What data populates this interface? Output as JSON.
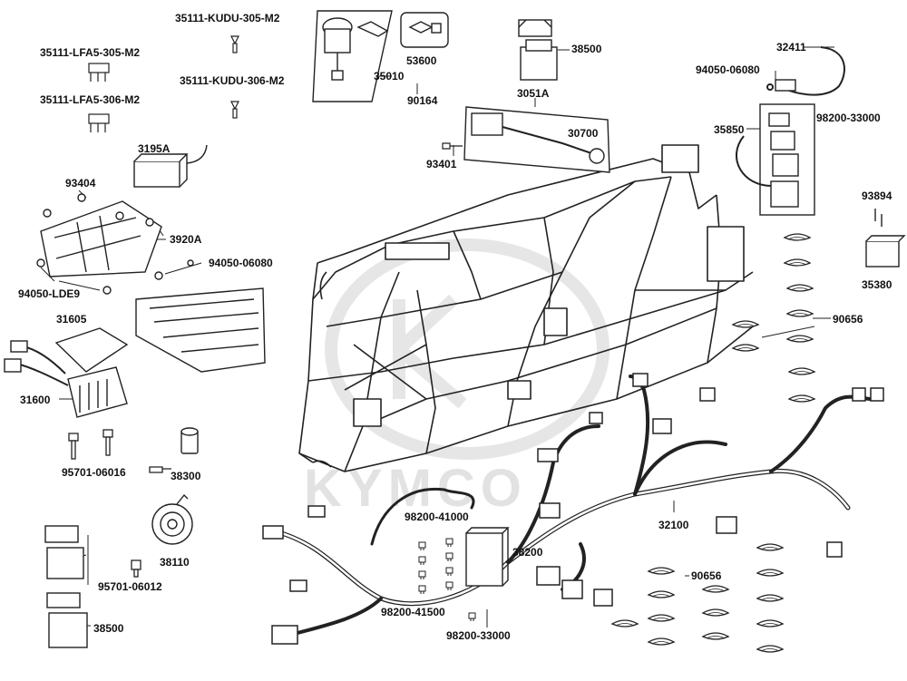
{
  "diagram": {
    "watermark": "KYMCO",
    "labels": {
      "p35111_kudu_305": "35111-KUDU-305-M2",
      "p35111_lfa5_305": "35111-LFA5-305-M2",
      "p35111_kudu_306": "35111-KUDU-306-M2",
      "p35111_lfa5_306": "35111-LFA5-306-M2",
      "p35010": "35010",
      "p53600": "53600",
      "p90164": "90164",
      "p38500_top": "38500",
      "p3051a": "3051A",
      "p32411": "32411",
      "p94050_06080_top": "94050-06080",
      "p98200_33000_top": "98200-33000",
      "p35850": "35850",
      "p30700": "30700",
      "p93401": "93401",
      "p3195a": "3195A",
      "p93404": "93404",
      "p3920a": "3920A",
      "p94050_06080_mid": "94050-06080",
      "p94050_lde9": "94050-LDE9",
      "p93894": "93894",
      "p35380": "35380",
      "p31605": "31605",
      "p90656_top": "90656",
      "p31600": "31600",
      "p95701_06016": "95701-06016",
      "p38300": "38300",
      "p32100": "32100",
      "p98200_41000": "98200-41000",
      "p38200": "38200",
      "p38110": "38110",
      "p95701_06012": "95701-06012",
      "p90656_bottom": "90656",
      "p98200_41500": "98200-41500",
      "p38500_bottom": "38500",
      "p98200_33000_bottom": "98200-33000"
    }
  }
}
